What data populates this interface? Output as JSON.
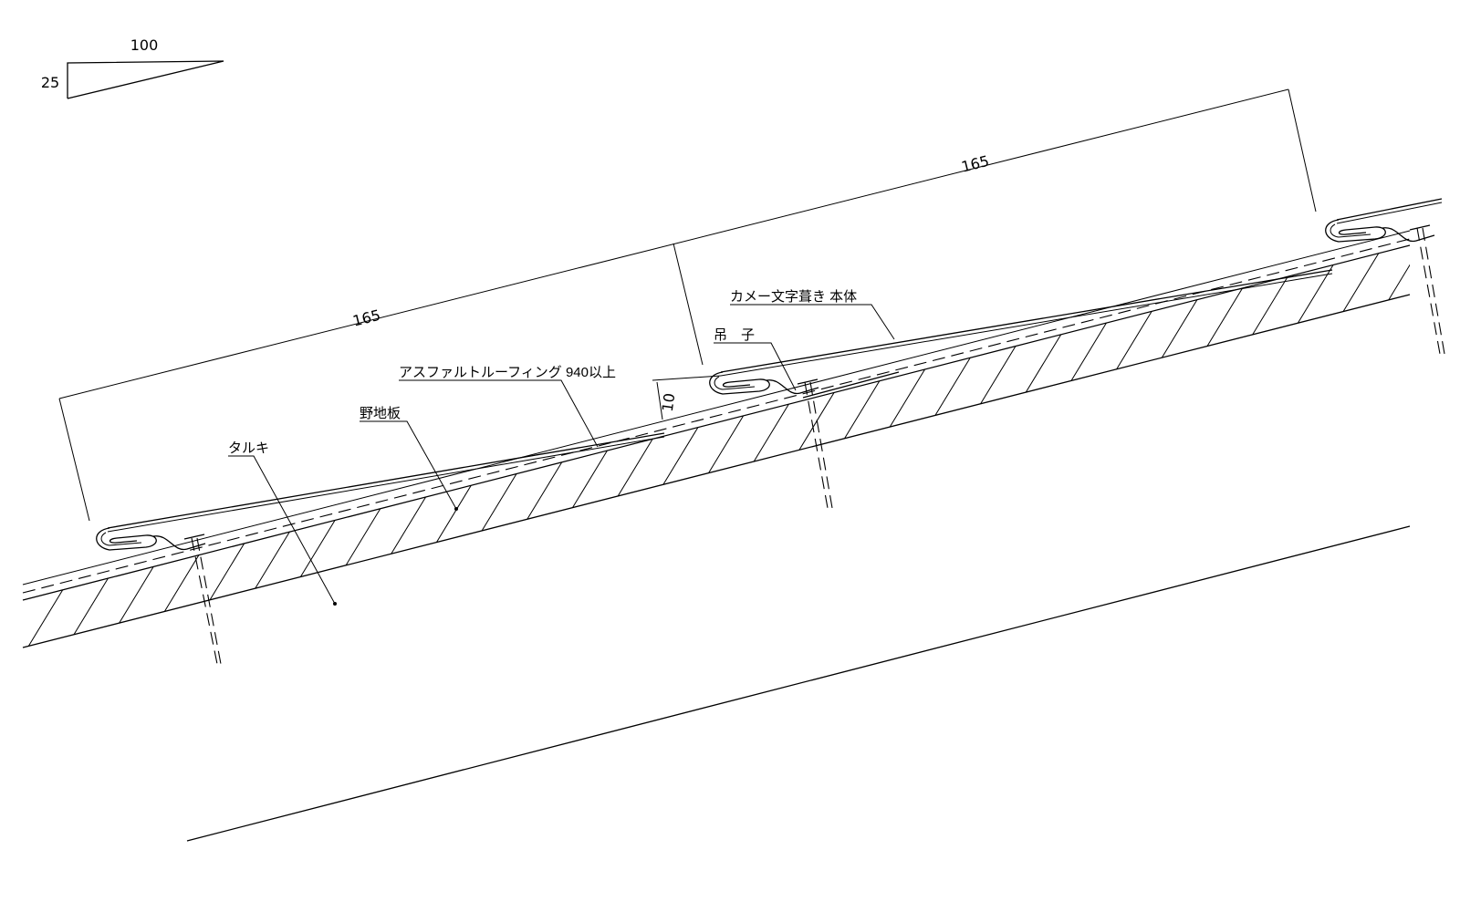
{
  "slope": {
    "run": "100",
    "rise": "25"
  },
  "dimensions": {
    "pitch_left": "165",
    "pitch_right": "165",
    "lap": "10"
  },
  "labels": {
    "main_body": "カメー文字葺き 本体",
    "clip": "吊　子",
    "roofing": "アスファルトルーフィング 940以上",
    "sheathing": "野地板",
    "rafter": "タルキ"
  }
}
